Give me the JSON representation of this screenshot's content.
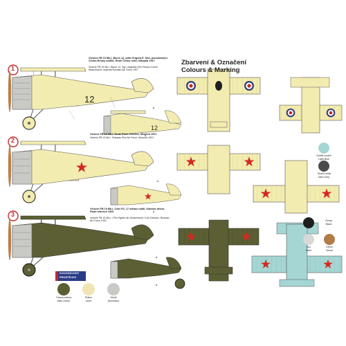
{
  "header": {
    "title_cz": "Zbarvení & Označení",
    "title_en": "Colours & Marking"
  },
  "profiles": [
    {
      "index": "1",
      "fuselage_code": "12",
      "caption_cz": "Vickers FB 19 Mk.I, Bloch 12, pilot Grigorij E. Sah, pechasický's Česko-Ruský oddílů, Rudé Česko nebo listopad 1917",
      "caption_en": "Vickers FB 19 Mk.I, Bloch 12, Sgt. originally Geo Russo-Czech detachment, Imperial Russian Air Force 1917"
    },
    {
      "index": "2",
      "caption_cz": "Vickers FB 19 Mk.I, Rudé Rudé letectvo, Moskva 1921",
      "caption_en": "Vickers FB 19 Mk.I, Russian Red Air Force, Moscow 1921"
    },
    {
      "index": "3",
      "caption_cz": "Vickers FB 19 Mk.I, Cela FO, 17 stíhací oddíl, Klašské divize, Rudé letectvo 1920",
      "caption_en": "Vickers FB 19 Mk.I, 17th Fighter Air Detachment, 5 Air Division, Russian Air Force 1920"
    }
  ],
  "swatches_bottom": [
    {
      "name_cz": "Tmavá zelená",
      "name_en": "Dark Green",
      "color": "#5b5f33"
    },
    {
      "name_cz": "Plátno",
      "name_en": "Linen",
      "color": "#f0e6b4"
    },
    {
      "name_cz": "Hliník",
      "name_en": "Aluminium",
      "color": "#c9cac6"
    }
  ],
  "swatches_right": [
    {
      "name_cz": "Světle modrá",
      "name_en": "Light Blue",
      "color": "#a5d6d4"
    },
    {
      "name_cz": "Tmavě šedá",
      "name_en": "Dark Grey",
      "color": "#4a4d4c"
    },
    {
      "name_cz": "Černá",
      "name_en": "Black",
      "color": "#1e1e1e"
    },
    {
      "name_cz": "Kov",
      "name_en": "Steel",
      "color": "#d8d8d8"
    },
    {
      "name_cz": "Dřevo",
      "name_en": "Wood",
      "color": "#b07c48"
    }
  ],
  "brand": {
    "line1": "KOVOZÁVODY",
    "line2": "PROSTĚJOV"
  },
  "colors": {
    "cream": "#f3ecb0",
    "olive": "#5b5f33",
    "light_blue": "#a5d6d4",
    "star_red": "#d5281e",
    "roundel_blue": "#2e3a78",
    "roundel_red": "#c22a2a",
    "wood": "#c08a55"
  }
}
